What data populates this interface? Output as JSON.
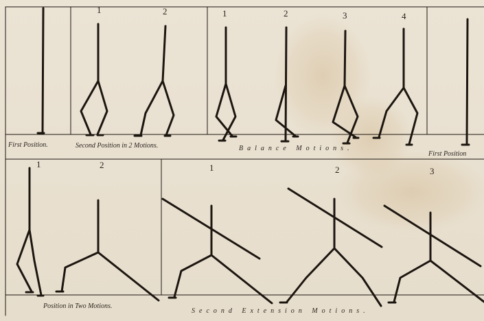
{
  "plate": {
    "row1": {
      "numbers": [
        "1",
        "2",
        "1",
        "2",
        "3",
        "4"
      ],
      "captions": {
        "first_position": "First Position.",
        "second_position": "Second Position in 2 Motions.",
        "balance_motions": "Balance Motions.",
        "first_position_2": "First Position"
      }
    },
    "row2": {
      "numbers": [
        "1",
        "2",
        "1",
        "2",
        "3"
      ],
      "captions": {
        "position_two_motions": "Position in Two Motions.",
        "second_extension_motions": "Second Extension Motions."
      }
    }
  }
}
